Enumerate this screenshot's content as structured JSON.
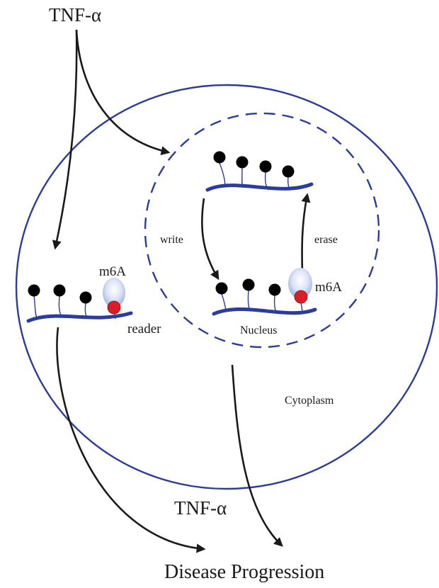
{
  "labels": {
    "tnf_top": "TNF-α",
    "tnf_bottom": "TNF-α",
    "disease": "Disease Progression",
    "write": "write",
    "erase": "erase",
    "nucleus": "Nucleus",
    "cytoplasm": "Cytoplasm",
    "m6a_left": "m6A",
    "m6a_right": "m6A",
    "reader": "reader"
  },
  "colors": {
    "membrane": "#2b3c9a",
    "rna_strand": "#2b3c9a",
    "methyl_group": "#d91e26",
    "reader_protein": "#b9c4e8",
    "nucleotide": "#000000",
    "arrow": "#1a1a1a"
  }
}
